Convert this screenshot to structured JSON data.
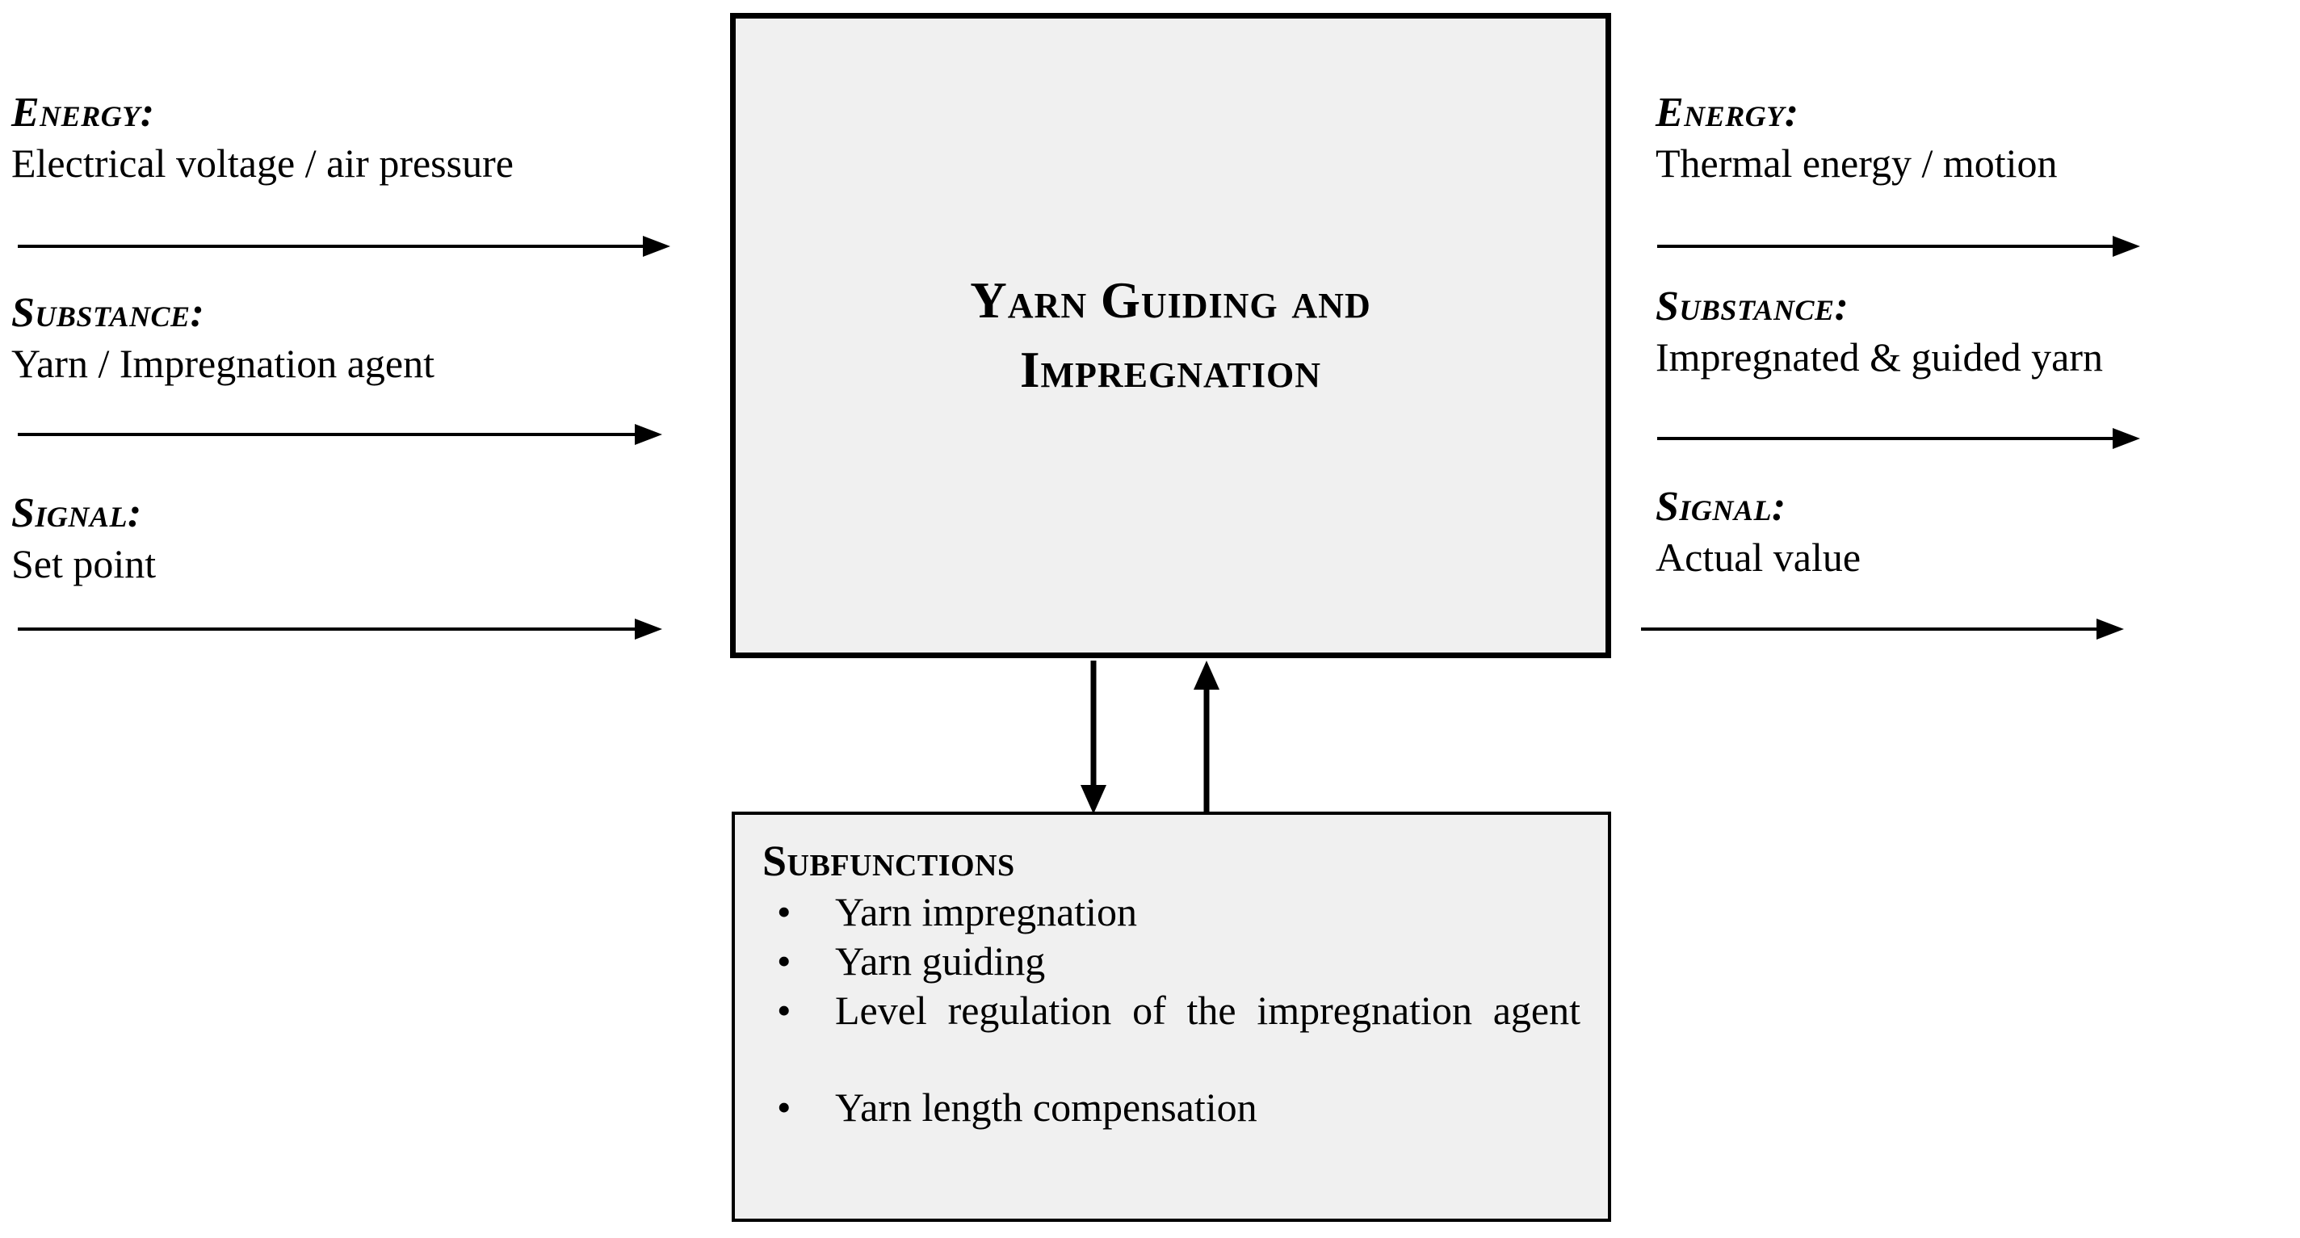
{
  "diagram": {
    "type": "black-box-function-diagram",
    "colors": {
      "box_fill": "#f0f0f0",
      "box_border": "#000000",
      "arrow": "#000000",
      "background": "#ffffff",
      "text": "#000000"
    },
    "main_box": {
      "title_line_1": "Yarn Guiding and",
      "title_line_2": "Impregnation"
    },
    "inputs": [
      {
        "category": "Energy:",
        "value": "Electrical voltage / air pressure",
        "arrow": "right-arrow"
      },
      {
        "category": "Substance:",
        "value": "Yarn / Impregnation agent",
        "arrow": "right-arrow"
      },
      {
        "category": "Signal:",
        "value": "Set point",
        "arrow": "right-arrow"
      }
    ],
    "outputs": [
      {
        "category": "Energy:",
        "value": "Thermal energy / motion",
        "arrow": "right-arrow"
      },
      {
        "category": "Substance:",
        "value": "Impregnated & guided yarn",
        "arrow": "right-arrow"
      },
      {
        "category": "Signal:",
        "value": "Actual value",
        "arrow": "right-arrow"
      }
    ],
    "connectors": [
      {
        "name": "down-arrow",
        "direction": "down"
      },
      {
        "name": "up-arrow",
        "direction": "up"
      }
    ],
    "subfunctions_box": {
      "title": "Subfunctions",
      "bullet_glyph": "•",
      "items": [
        "Yarn impregnation",
        "Yarn guiding",
        "Level regulation of the impregnation agent",
        "Yarn length compensation"
      ]
    }
  }
}
